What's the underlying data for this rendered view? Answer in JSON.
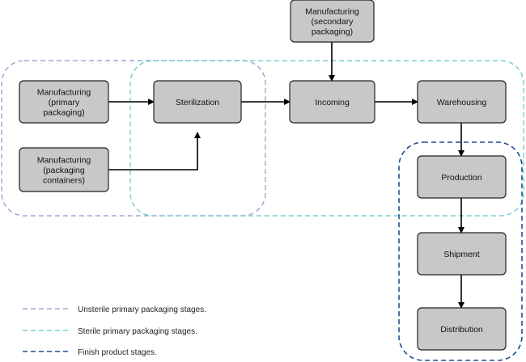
{
  "colors": {
    "box_fill": "#c8c8c8",
    "box_stroke": "#222222",
    "arrow": "#000000",
    "unsterile": "#9b8fcf",
    "sterile": "#5fc6c9",
    "finish": "#1f4e96"
  },
  "boxes": {
    "mfg_secondary": [
      "Manufacturing",
      "(secondary",
      "packaging)"
    ],
    "mfg_primary": [
      "Manufacturing",
      "(primary",
      "packaging)"
    ],
    "mfg_containers": [
      "Manufacturing",
      "(packaging",
      "containers)"
    ],
    "sterilization": [
      "Sterilization"
    ],
    "incoming": [
      "Incoming"
    ],
    "warehousing": [
      "Warehousing"
    ],
    "production": [
      "Production"
    ],
    "shipment": [
      "Shipment"
    ],
    "distribution": [
      "Distribution"
    ]
  },
  "legend": {
    "unsterile": "Unsterile primary packaging stages.",
    "sterile": "Sterile primary packaging stages.",
    "finish": "Finish product stages."
  }
}
